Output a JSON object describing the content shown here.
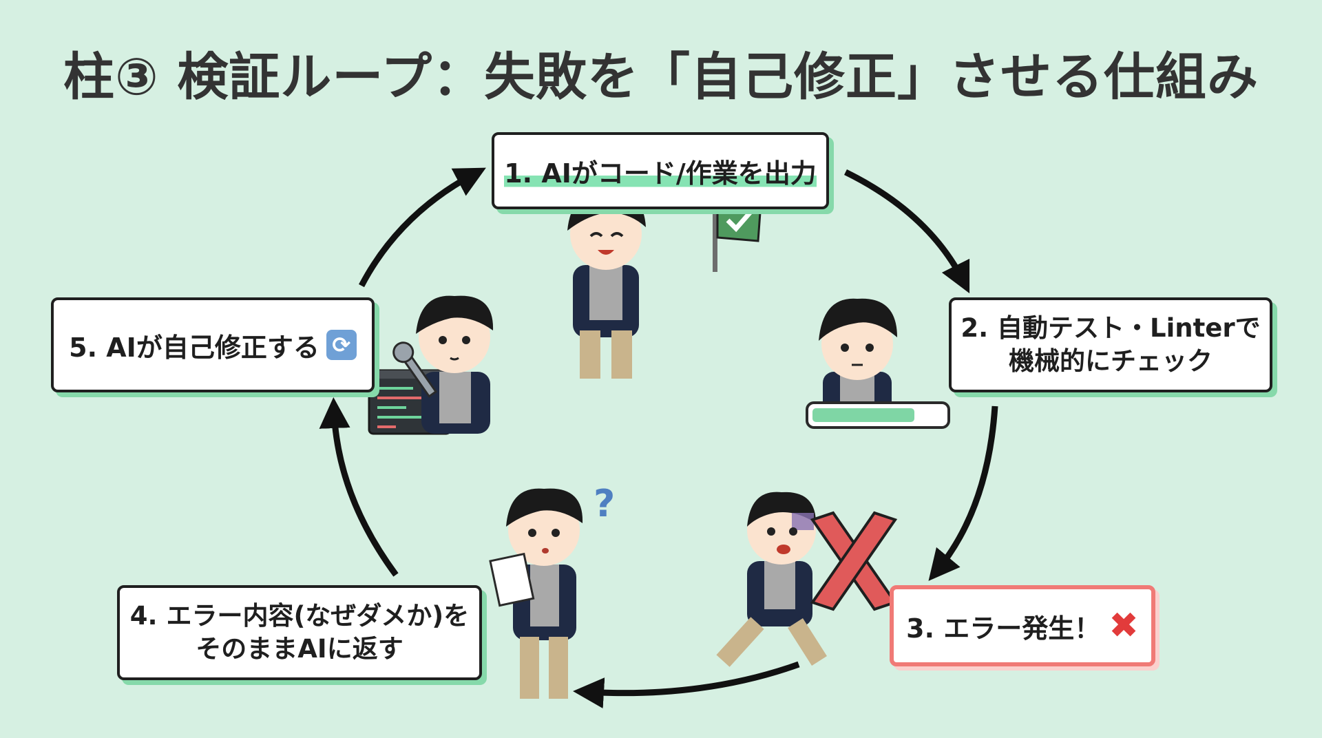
{
  "title": "柱③ 検証ループ：失敗を「自己修正」させる仕組み",
  "steps": {
    "s1": {
      "label": "1. AIがコード/作業を出力"
    },
    "s2": {
      "line1": "2. 自動テスト・Linterで",
      "line2": "機械的にチェック"
    },
    "s3": {
      "label": "3. エラー発生！"
    },
    "s4": {
      "line1": "4. エラー内容(なぜダメか)を",
      "line2": "そのままAIに返す"
    },
    "s5": {
      "label": "5. AIが自己修正する"
    }
  },
  "icons": {
    "refresh": "refresh-icon",
    "error_x": "x-icon",
    "flag": "check-flag-icon",
    "progress": "progress-bar-icon",
    "wrench": "wrench-icon",
    "code": "code-window-icon",
    "question": "question-icon",
    "paper": "paper-icon"
  },
  "progress_fraction": 0.78,
  "colors": {
    "background": "#d6f0e2",
    "shadow": "#86d9aa",
    "error": "#f07a76",
    "accent_green": "#5aa86a"
  }
}
